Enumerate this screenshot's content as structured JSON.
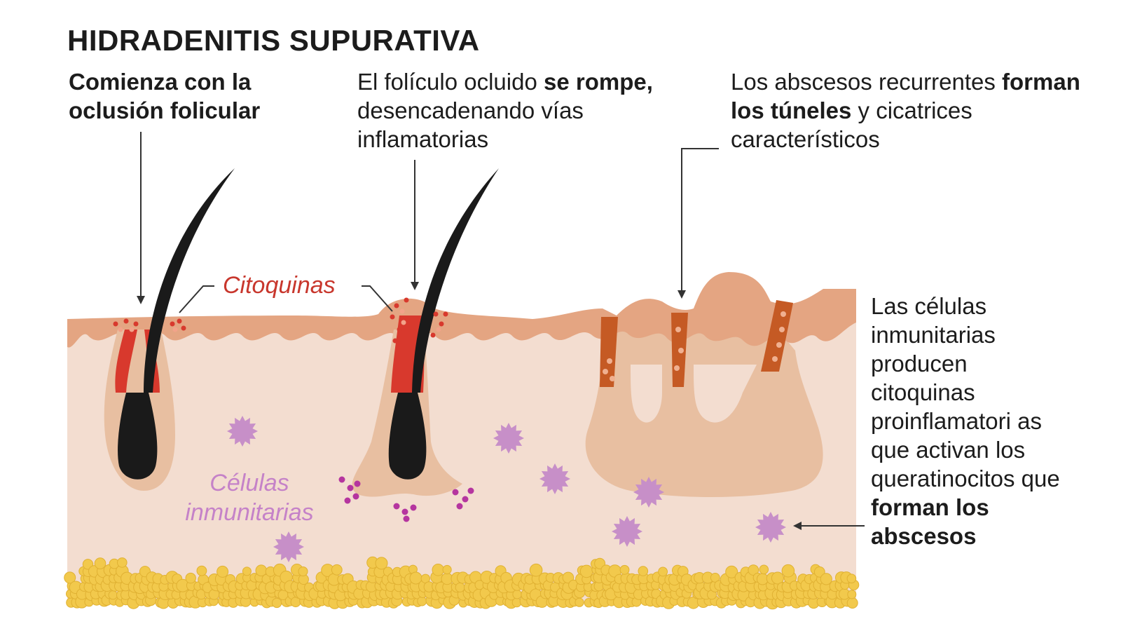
{
  "title": "HIDRADENITIS SUPURATIVA",
  "captions": {
    "stage1": {
      "bold": "Comienza con la oclusión folicular"
    },
    "stage2": {
      "pre": "El folículo ocluido ",
      "bold": "se rompe,",
      "post": " desencadenando vías inflamatorias"
    },
    "stage3": {
      "pre": "Los abscesos recurrentes ",
      "bold": "forman los túneles",
      "post": " y cicatrices característicos"
    },
    "immune": {
      "pre": "Las células inmunitarias producen citoquinas proinflamatori as que activan los queratinocitos que ",
      "bold": "forman los abscesos"
    }
  },
  "labels": {
    "cytokines": "Citoquinas",
    "immune_cells_1": "Células",
    "immune_cells_2": "inmunitarias"
  },
  "colors": {
    "skin_surface": "#e4a582",
    "dermis": "#f3ddd0",
    "inner_dermis": "#e8bfa1",
    "inflammation": "#d8392d",
    "tunnel": "#c55a24",
    "immune_cell": "#c78fc8",
    "fat": "#f2c94c",
    "hair": "#1a1a1a"
  },
  "icons": [
    "arrow-down-icon",
    "arrow-left-icon",
    "immune-cell-icon",
    "fat-cell-icon",
    "hair-icon"
  ]
}
